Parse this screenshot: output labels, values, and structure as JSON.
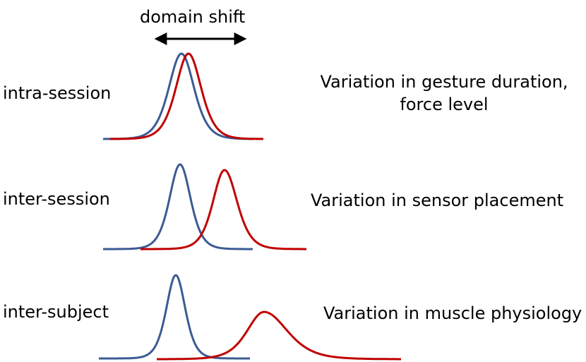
{
  "header": {
    "shift_label": "domain shift"
  },
  "rows": [
    {
      "label": "intra-session",
      "description_lines": [
        "Variation in gesture duration,",
        "force level"
      ]
    },
    {
      "label": "inter-session",
      "description_lines": [
        "Variation in sensor placement"
      ]
    },
    {
      "label": "inter-subject",
      "description_lines": [
        "Variation in muscle physiology"
      ]
    }
  ],
  "colors": {
    "source": "#3b5b93",
    "target": "#c00000",
    "arrow": "#000000"
  }
}
